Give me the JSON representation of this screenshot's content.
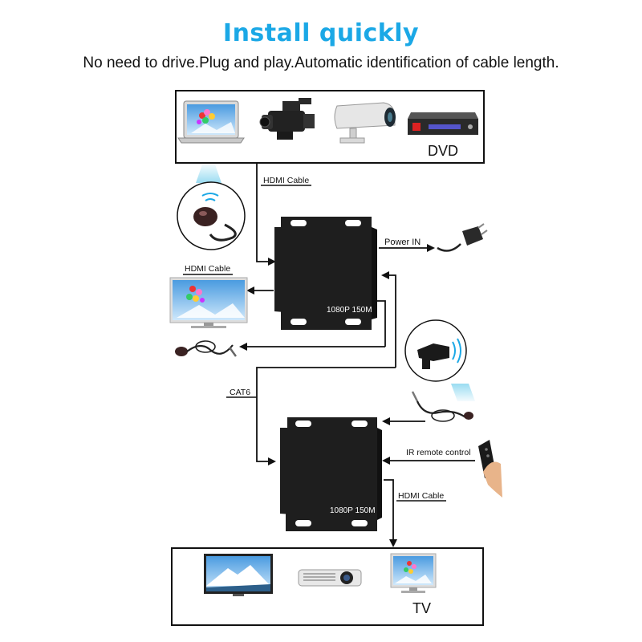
{
  "header": {
    "title": "Install quickly",
    "subtitle": "No need to drive.Plug and play.Automatic identification of cable length."
  },
  "labels": {
    "dvd": "DVD",
    "hdmi_cable_top": "HDMI Cable",
    "hdmi_cable_left": "HDMI Cable",
    "power_in": "Power IN",
    "cat6": "CAT6",
    "ir_remote": "IR remote control",
    "hdmi_cable_bottom": "HDMI Cable",
    "tv": "TV",
    "transmitter_badge": "1080P 150M",
    "receiver_badge": "1080P 150M"
  },
  "icons": {
    "source_devices": [
      "laptop-icon",
      "camcorder-icon",
      "security-camera-icon",
      "dvd-player-icon"
    ],
    "display_devices": [
      "flat-tv-icon",
      "projector-icon",
      "monitor-icon"
    ],
    "accessories": [
      "ir-receiver-icon",
      "power-adapter-icon",
      "ir-cable-icon",
      "ir-emitter-icon",
      "remote-hand-icon"
    ]
  },
  "colors": {
    "title": "#1ba8e6",
    "line": "#111111",
    "box": "#1e1e1e",
    "ir_glow": "#8fd8f0"
  }
}
